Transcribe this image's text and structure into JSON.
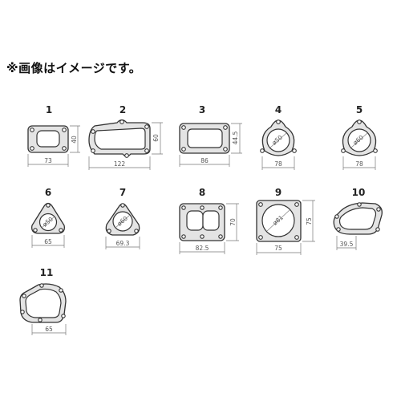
{
  "caption": "※画像はイメージです。",
  "colors": {
    "outline": "#333333",
    "fill": "#e4e4e4",
    "dimension": "#7a7a7a",
    "text": "#222222"
  },
  "gaskets": [
    {
      "number": "1",
      "width_label": "73",
      "height_label": "40"
    },
    {
      "number": "2",
      "width_label": "122",
      "height_label": "60"
    },
    {
      "number": "3",
      "width_label": "86",
      "height_label": "44.5"
    },
    {
      "number": "4",
      "width_label": "78",
      "bore_label": "ø50"
    },
    {
      "number": "5",
      "width_label": "78",
      "bore_label": "ø60"
    },
    {
      "number": "6",
      "width_label": "65",
      "bore_label": "ø50"
    },
    {
      "number": "7",
      "width_label": "69.3",
      "bore_label": "ø60"
    },
    {
      "number": "8",
      "width_label": "82.5",
      "height_label": "70"
    },
    {
      "number": "9",
      "width_label": "75",
      "height_label": "75",
      "bore_label": "ø81"
    },
    {
      "number": "10",
      "width_label": "39.5"
    },
    {
      "number": "11",
      "width_label": "65"
    }
  ]
}
